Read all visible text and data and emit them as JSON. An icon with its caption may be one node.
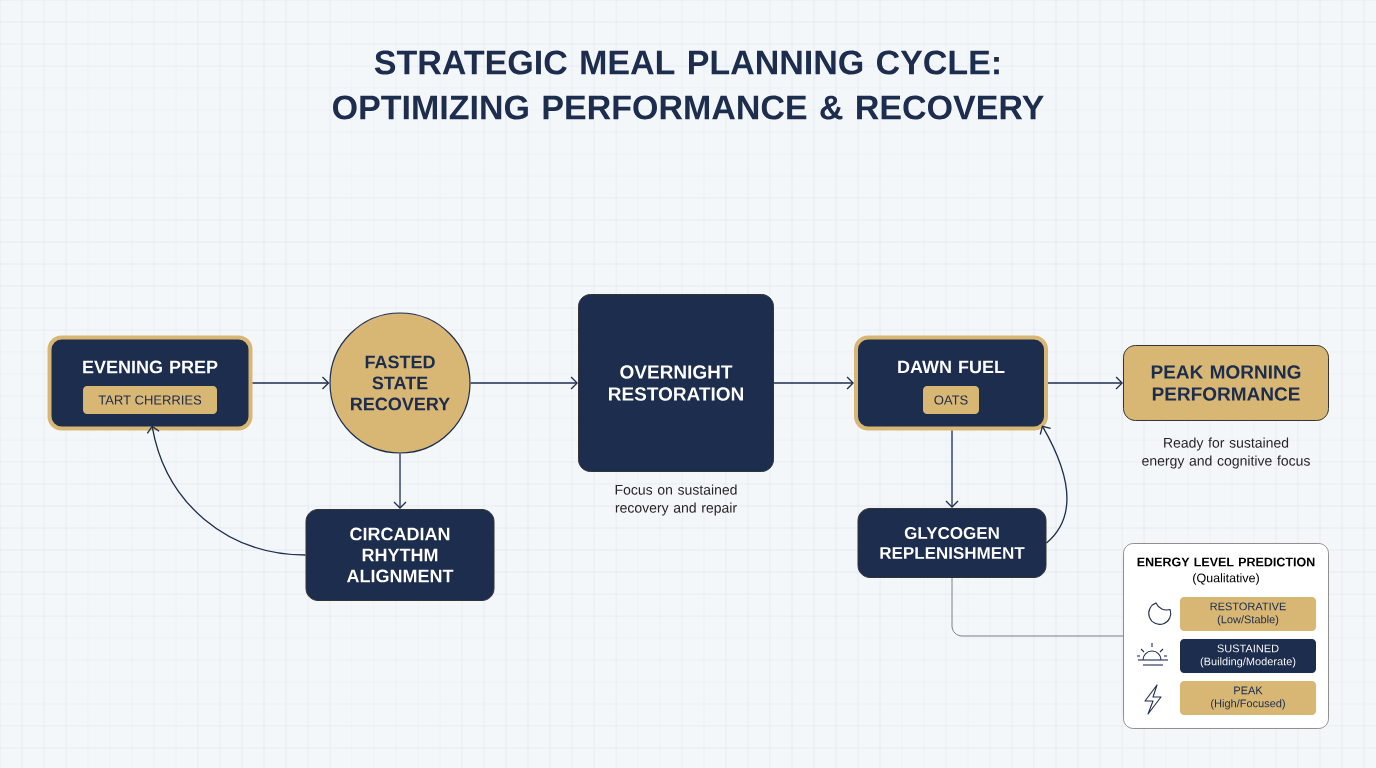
{
  "diagram": {
    "title": "STRATEGIC MEAL PLANNING CYCLE: OPTIMIZING PERFORMANCE & RECOVERY",
    "nodes": [
      {
        "text": [
          "EVENING PREP"
        ]
      },
      {
        "text": [
          "TART CHERRIES"
        ],
        "in": 0
      },
      {
        "text": [
          "FASTED STATE RECOVERY"
        ]
      },
      {
        "text": [
          "CIRCADIAN RHYTHM ALIGNMENT"
        ]
      },
      {
        "text": [
          "OVERNIGHT RESTORATION"
        ],
        "beside": [
          "Focus on sustained recovery and repair"
        ]
      },
      {
        "text": [
          "DAWN FUEL"
        ]
      },
      {
        "text": [
          "OATS"
        ],
        "in": 5
      },
      {
        "text": [
          "GLYCOGEN REPLENISHMENT"
        ]
      },
      {
        "text": [
          "PEAK MORNING PERFORMANCE"
        ],
        "beside": [
          "Ready for sustained energy and cognitive focus"
        ]
      },
      {
        "text": [
          "ENERGY LEVEL PREDICTION",
          "(Qualitative)"
        ]
      }
    ],
    "edges": [
      {
        "from": 0,
        "to": 2,
        "arrow": "to"
      },
      {
        "from": 2,
        "to": 4,
        "arrow": "to"
      },
      {
        "from": 4,
        "to": 5,
        "arrow": "to"
      },
      {
        "from": 5,
        "to": 8,
        "arrow": "to"
      },
      {
        "from": 2,
        "to": 3,
        "arrow": "to"
      },
      {
        "from": 3,
        "to": 0,
        "arrow": "to"
      },
      {
        "from": 5,
        "to": 7,
        "arrow": "to"
      },
      {
        "from": 7,
        "to": 5,
        "arrow": "to"
      },
      {
        "from": 7,
        "to": 9,
        "arrow": "none",
        "color": "#5b6270"
      }
    ],
    "legend": [
      {
        "text": "RESTORATIVE (Low/Stable)",
        "color": "#d8b774"
      },
      {
        "text": "SUSTAINED (Building/Moderate)",
        "color": "#1d2d4e"
      },
      {
        "text": "PEAK (High/Focused)",
        "color": "#d8b774"
      }
    ]
  }
}
